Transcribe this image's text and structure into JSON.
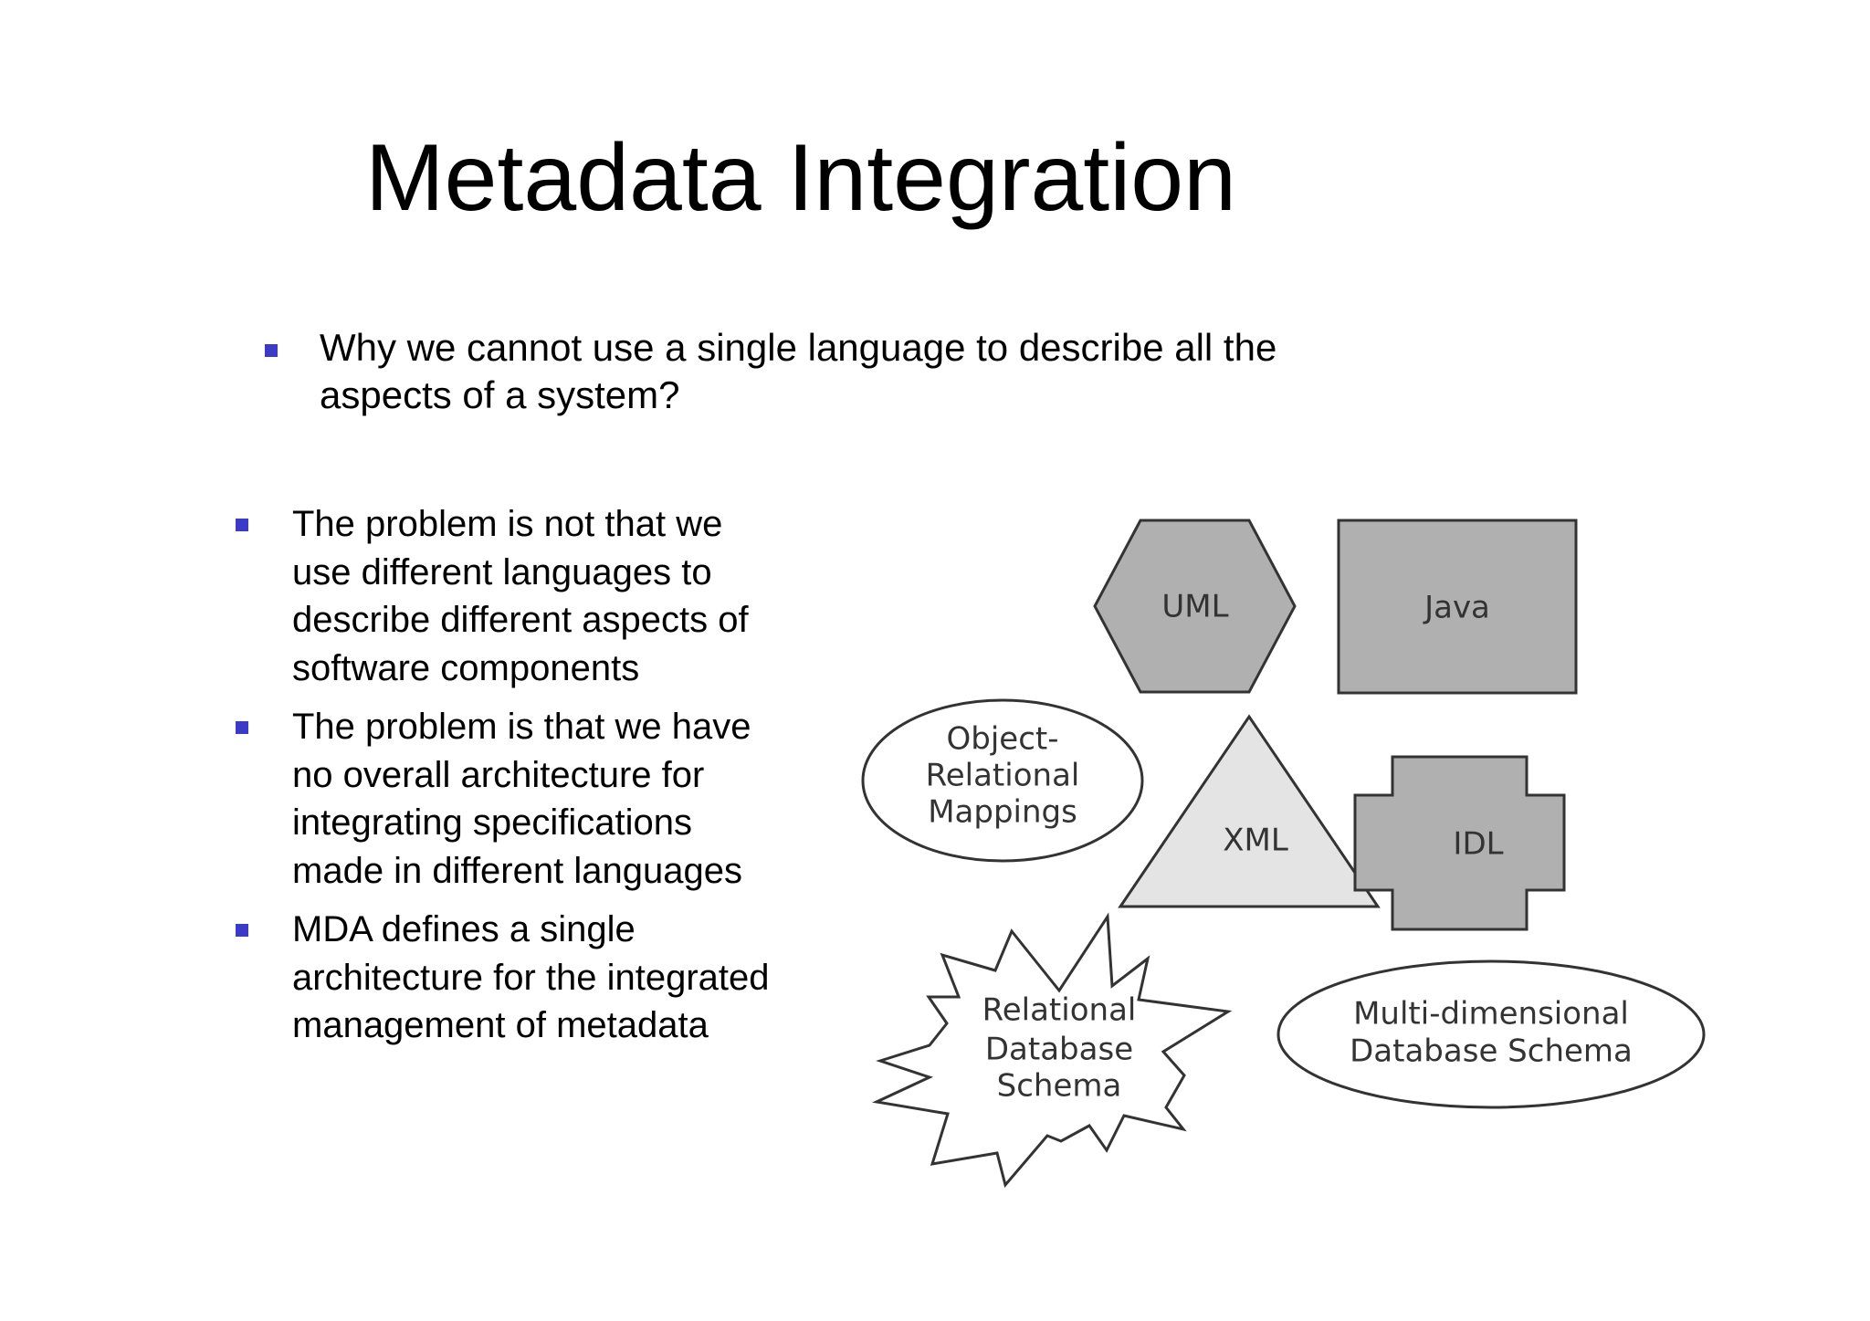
{
  "slide": {
    "title": "Metadata Integration",
    "intro": {
      "line1": "Why we cannot use a single language to describe all the",
      "line2": "aspects of a system?"
    },
    "points": [
      {
        "lines": [
          "The problem is not that we",
          "use different languages to",
          "describe different aspects of",
          "software components"
        ]
      },
      {
        "lines": [
          "The problem is that we have",
          "no overall architecture for",
          "integrating specifications",
          "made in different languages"
        ]
      },
      {
        "lines": [
          "MDA defines a single",
          "architecture for the integrated",
          "management of metadata"
        ]
      }
    ],
    "bullet_color": "#3b3bc8"
  },
  "diagram": {
    "shapes": {
      "uml": {
        "label": "UML",
        "shape": "hexagon",
        "fill": "#b0b0b0"
      },
      "java": {
        "label": "Java",
        "shape": "rectangle",
        "fill": "#b0b0b0"
      },
      "orm": {
        "lines": [
          "Object-",
          "Relational",
          "Mappings"
        ],
        "shape": "ellipse",
        "fill": "#ffffff"
      },
      "xml": {
        "label": "XML",
        "shape": "triangle",
        "fill": "#e4e4e4"
      },
      "idl": {
        "label": "IDL",
        "shape": "cross",
        "fill": "#b0b0b0"
      },
      "rdb": {
        "lines": [
          "Relational",
          "Database",
          "Schema"
        ],
        "shape": "starburst",
        "fill": "#ffffff"
      },
      "mdb": {
        "lines": [
          "Multi-dimensional",
          "Database Schema"
        ],
        "shape": "ellipse",
        "fill": "#ffffff"
      }
    },
    "stroke_color": "#333333"
  }
}
